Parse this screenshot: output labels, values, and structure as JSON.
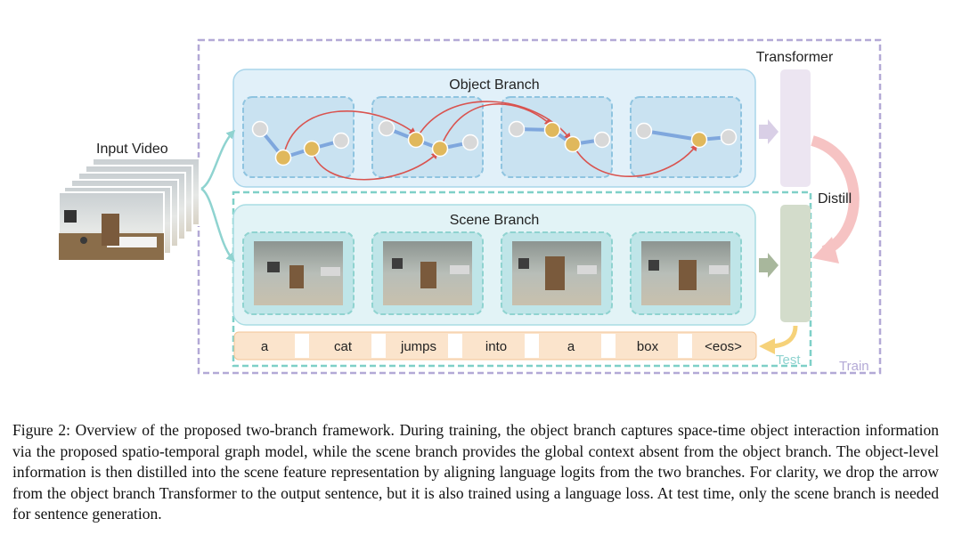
{
  "labels": {
    "input_video": "Input Video",
    "object_branch": "Object Branch",
    "scene_branch": "Scene Branch",
    "transformer": "Transformer",
    "distill": "Distill",
    "test": "Test",
    "train": "Train"
  },
  "sentence": [
    "a",
    "cat",
    "jumps",
    "into",
    "a",
    "box",
    "<eos>"
  ],
  "colors": {
    "train_border": "#b3a9d6",
    "test_border": "#7fd0c8",
    "object_panel": "#e1f0f9",
    "scene_panel": "#e2f3f6",
    "object_node": "#e0b85c",
    "context_node": "#d8d8d8",
    "temporal_edge": "#d9534f",
    "spatial_edge": "#7fa7dd",
    "transformer_top": "#ece5f1",
    "transformer_bottom": "#d3dccb",
    "distill_arrow": "#f6c3c3",
    "token_bg": "#fbe4cc"
  },
  "caption": "Figure 2: Overview of the proposed two-branch framework. During training, the object branch captures space-time object interaction information via the proposed spatio-temporal graph model, while the scene branch provides the global context absent from the object branch. The object-level information is then distilled into the scene feature representation by aligning language logits from the two branches. For clarity, we drop the arrow from the object branch Transformer to the output sentence, but it is also trained using a language loss. At test time, only the scene branch is needed for sentence generation."
}
